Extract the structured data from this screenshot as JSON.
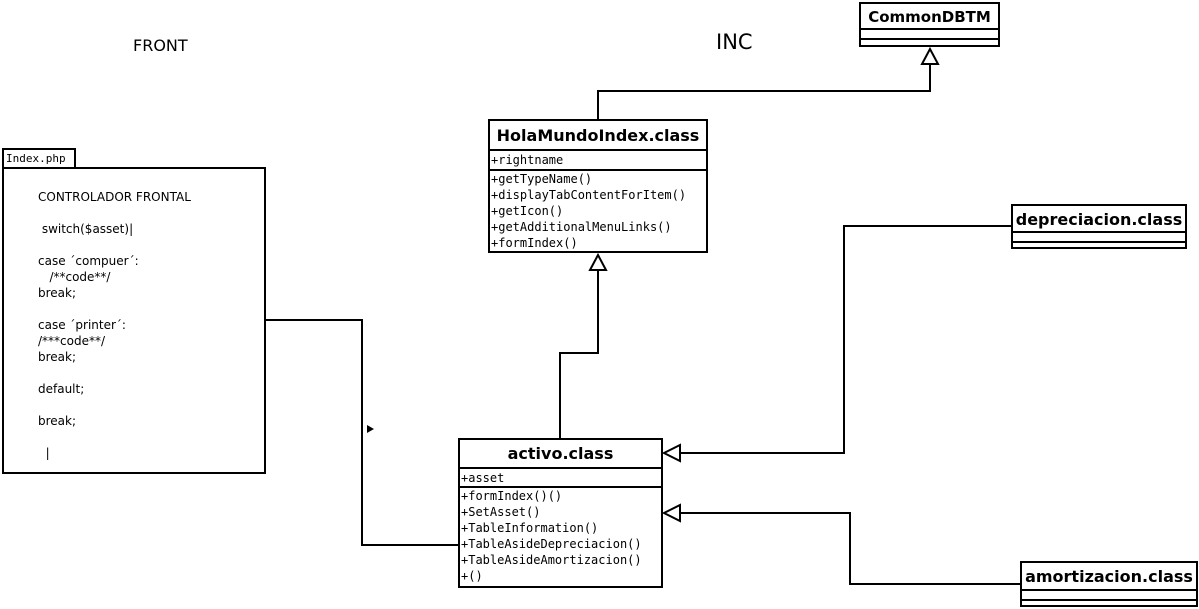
{
  "labels": {
    "front": "FRONT",
    "inc": "INC"
  },
  "package": {
    "tab": "Index.php",
    "lines": [
      "CONTROLADOR FRONTAL",
      " switch($asset)|",
      "case ´compuer´:",
      "   /**code**/",
      "break;",
      "case ´printer´:",
      "/***code**/",
      "break;",
      "default;",
      "break;",
      "  |"
    ]
  },
  "classes": {
    "common": {
      "name": "CommonDBTM"
    },
    "hola": {
      "name": "HolaMundoIndex.class",
      "attributes": [
        "+rightname"
      ],
      "methods": [
        "+getTypeName()",
        "+displayTabContentForItem()",
        "+getIcon()",
        "+getAdditionalMenuLinks()",
        "+formIndex()"
      ]
    },
    "activo": {
      "name": "activo.class",
      "attributes": [
        "+asset"
      ],
      "methods": [
        "+formIndex()()",
        "+SetAsset()",
        "+TableInformation()",
        "+TableAsideDepreciacion()",
        "+TableAsideAmortizacion()",
        "+()"
      ]
    },
    "depreciacion": {
      "name": "depreciacion.class"
    },
    "amortizacion": {
      "name": "amortizacion.class"
    }
  }
}
